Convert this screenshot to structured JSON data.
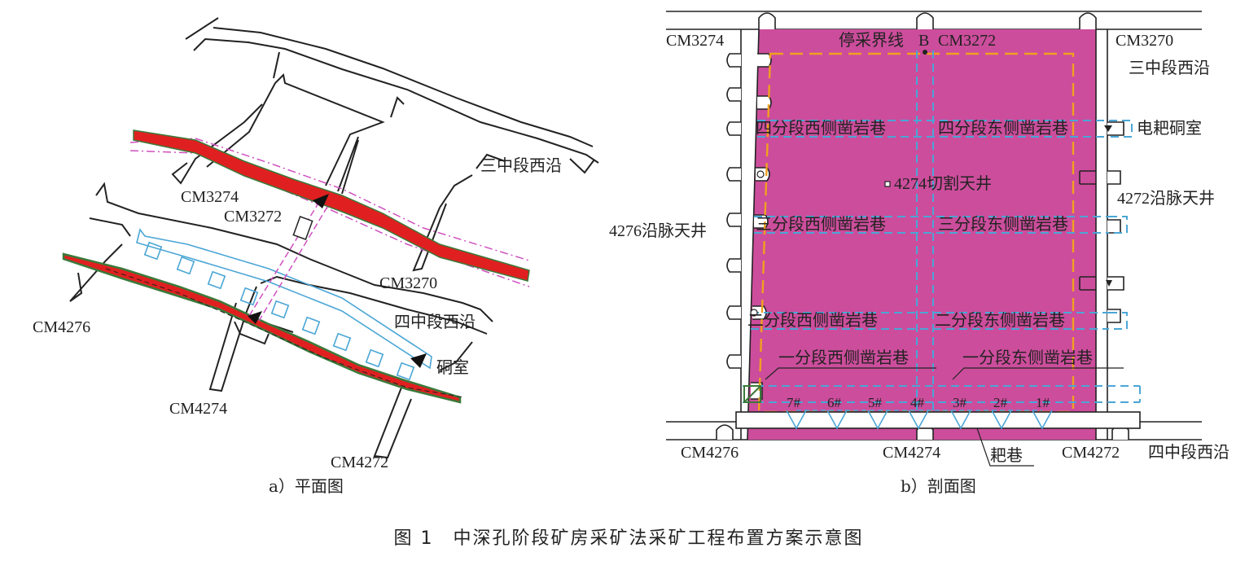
{
  "figure_caption": "图 1　中深孔阶段矿房采矿法采矿工程布置方案示意图",
  "plan_view": {
    "caption": "a）平面图",
    "labels": {
      "cm3274": "CM3274",
      "cm3272": "CM3272",
      "cm3270": "CM3270",
      "level3_west": "三中段西沿",
      "cm4276": "CM4276",
      "cm4274": "CM4274",
      "cm4272": "CM4272",
      "level4_west": "四中段西沿",
      "chamber": "硐室"
    }
  },
  "section_view": {
    "caption": "b）剖面图",
    "labels": {
      "cm3274": "CM3274",
      "stop_line": "停采界线",
      "point_b": "B",
      "cm3272": "CM3272",
      "cm3270": "CM3270",
      "level3_west": "三中段西沿",
      "sub4_west": "四分段西侧凿岩巷",
      "sub4_east": "四分段东侧凿岩巷",
      "scraper_chamber": "电耙硐室",
      "cut_raise": "4274切割天井",
      "raise_4272": "4272沿脉天井",
      "raise_4276": "4276沿脉天井",
      "sub3_west": "三分段西侧凿岩巷",
      "sub3_east": "三分段东侧凿岩巷",
      "sub2_west": "二分段西侧凿岩巷",
      "sub2_east": "二分段东侧凿岩巷",
      "sub1_west": "一分段西侧凿岩巷",
      "sub1_east": "一分段东侧凿岩巷",
      "cm4276": "CM4276",
      "cm4274": "CM4274",
      "scraper_drift": "耙巷",
      "cm4272": "CM4272",
      "level4_west": "四中段西沿",
      "funnels": [
        "7#",
        "6#",
        "5#",
        "4#",
        "3#",
        "2#",
        "1#"
      ]
    }
  },
  "colors": {
    "orebody": "#cc4d9c",
    "vein_red": "#e02020",
    "vein_green": "#3a7a3a",
    "blue": "#4aa6d6",
    "orange": "#f0a020",
    "magenta_line": "#d050c0"
  }
}
